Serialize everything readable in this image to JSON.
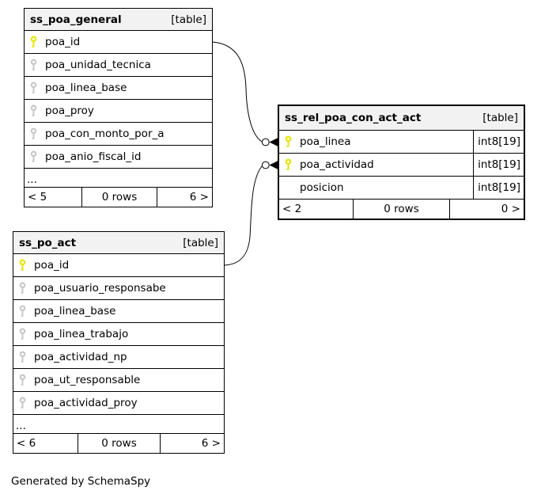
{
  "page": {
    "note": "Generated by SchemaSpy"
  },
  "colors": {
    "primary_key_icon": "#e6e600",
    "foreign_key_icon": "#c8c8c8",
    "header_bg": "#f2f2f2",
    "border": "#000000",
    "background": "#ffffff"
  },
  "tables": {
    "poa_general": {
      "title": "ss_poa_general",
      "kind": "[table]",
      "columns": [
        {
          "name": "poa_id",
          "icon": "primary-key"
        },
        {
          "name": "poa_unidad_tecnica",
          "icon": "key"
        },
        {
          "name": "poa_linea_base",
          "icon": "key"
        },
        {
          "name": "poa_proy",
          "icon": "key"
        },
        {
          "name": "poa_con_monto_por_a",
          "icon": "key"
        },
        {
          "name": "poa_anio_fiscal_id",
          "icon": "key"
        }
      ],
      "ellipsis": "...",
      "footer": {
        "left": "< 5",
        "center": "0 rows",
        "right": "6 >"
      }
    },
    "rel_poa_con_act_act": {
      "title": "ss_rel_poa_con_act_act",
      "kind": "[table]",
      "columns": [
        {
          "name": "poa_linea",
          "type": "int8[19]",
          "icon": "primary-key"
        },
        {
          "name": "poa_actividad",
          "type": "int8[19]",
          "icon": "primary-key"
        },
        {
          "name": "posicion",
          "type": "int8[19]",
          "icon": "none"
        }
      ],
      "footer": {
        "left": "< 2",
        "center": "0 rows",
        "right": "0 >"
      }
    },
    "po_act": {
      "title": "ss_po_act",
      "kind": "[table]",
      "columns": [
        {
          "name": "poa_id",
          "icon": "primary-key"
        },
        {
          "name": "poa_usuario_responsabe",
          "icon": "key"
        },
        {
          "name": "poa_linea_base",
          "icon": "key"
        },
        {
          "name": "poa_linea_trabajo",
          "icon": "key"
        },
        {
          "name": "poa_actividad_np",
          "icon": "key"
        },
        {
          "name": "poa_ut_responsable",
          "icon": "key"
        },
        {
          "name": "poa_actividad_proy",
          "icon": "key"
        }
      ],
      "ellipsis": "...",
      "footer": {
        "left": "< 6",
        "center": "0 rows",
        "right": "6 >"
      }
    }
  },
  "relationships": [
    {
      "from": "ss_poa_general.poa_id",
      "to": "ss_rel_poa_con_act_act.poa_linea"
    },
    {
      "from": "ss_po_act.poa_id",
      "to": "ss_rel_poa_con_act_act.poa_actividad"
    }
  ]
}
